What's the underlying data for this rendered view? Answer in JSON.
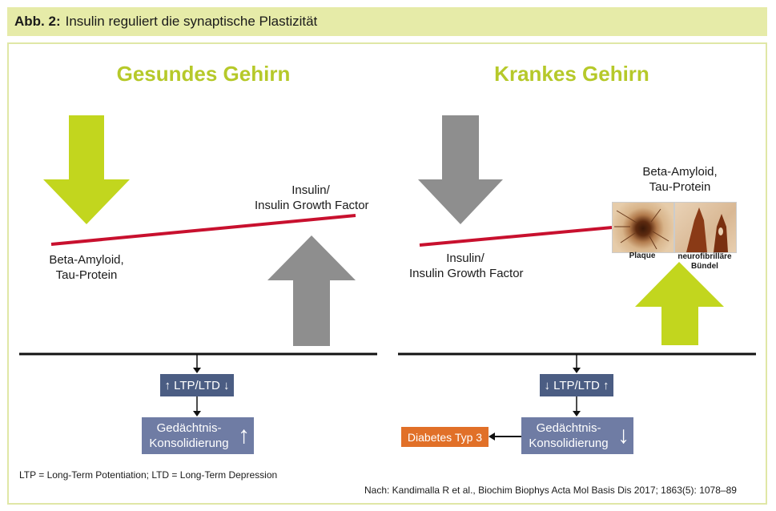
{
  "header": {
    "label": "Abb. 2:",
    "title": "Insulin reguliert die synaptische Plastizität"
  },
  "left": {
    "heading": "Gesundes Gehirn",
    "insulin_line1": "Insulin/",
    "insulin_line2": "Insulin Growth Factor",
    "amyloid_line1": "Beta-Amyloid,",
    "amyloid_line2": "Tau-Protein",
    "ltp": "↑ LTP/LTD ↓",
    "memory_line1": "Gedächtnis-",
    "memory_line2": "Konsolidierung",
    "memory_arrow": "↑"
  },
  "right": {
    "heading": "Krankes Gehirn",
    "amyloid_line1": "Beta-Amyloid,",
    "amyloid_line2": "Tau-Protein",
    "insulin_line1": "Insulin/",
    "insulin_line2": "Insulin Growth Factor",
    "plaque_label": "Plaque",
    "nft_line1": "neurofibrilläre",
    "nft_line2": "Bündel",
    "ltp": "↓ LTP/LTD ↑",
    "memory_line1": "Gedächtnis-",
    "memory_line2": "Konsolidierung",
    "memory_arrow": "↓",
    "diabetes": "Diabetes Typ 3"
  },
  "footnote": "LTP = Long-Term Potentiation; LTD = Long-Term Depression",
  "source": "Nach: Kandimalla R et al., Biochim Biophys Acta Mol Basis Dis 2017; 1863(5): 1078–89",
  "colors": {
    "green": "#c2d61e",
    "gray": "#8e8e8e",
    "red": "#c8102e",
    "navy": "#4b5d83",
    "slate": "#6f7ca4",
    "orange": "#e17028",
    "header_bg": "#e6eba8"
  }
}
